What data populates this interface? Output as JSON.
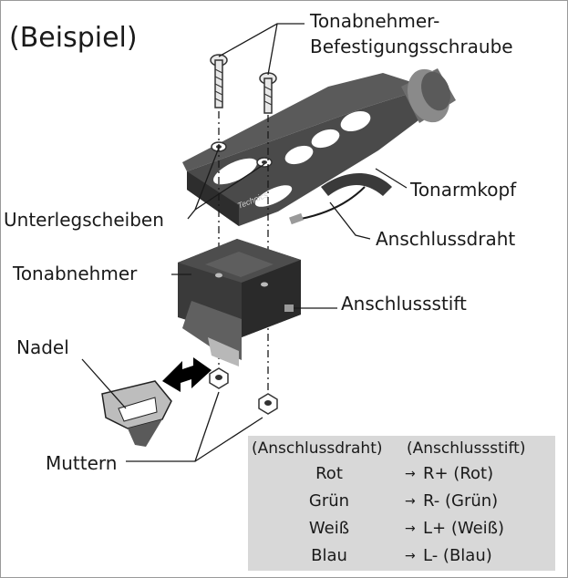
{
  "title": "(Beispiel)",
  "labels": {
    "screw": [
      "Tonabnehmer-",
      "Befestigungsschraube"
    ],
    "headshell": "Tonarmkopf",
    "washers": "Unterlegscheiben",
    "lead_wire": "Anschlussdraht",
    "cartridge": "Tonabnehmer",
    "pin": "Anschlussstift",
    "stylus": "Nadel",
    "nuts": "Muttern",
    "brand": "Technics"
  },
  "table": {
    "col1": "(Anschlussdraht)",
    "col2": "(Anschlussstift)",
    "arrow": "→",
    "rows": [
      {
        "wire": "Rot",
        "pin": "R+ (Rot)"
      },
      {
        "wire": "Grün",
        "pin": "R- (Grün)"
      },
      {
        "wire": "Weiß",
        "pin": "L+ (Weiß)"
      },
      {
        "wire": "Blau",
        "pin": "L- (Blau)"
      }
    ]
  },
  "colors": {
    "dark": "#3a3a3a",
    "mid": "#6e6e6e",
    "light": "#bdbdbd",
    "table_bg": "#d8d8d8"
  }
}
